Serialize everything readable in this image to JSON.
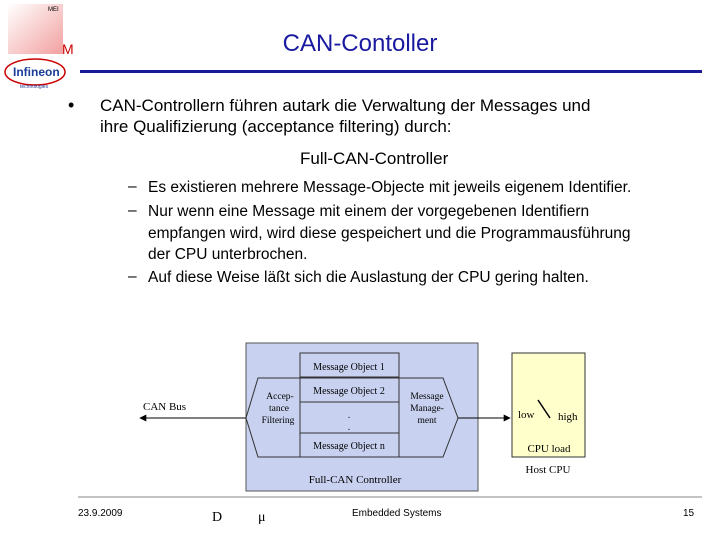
{
  "slide": {
    "title": "CAN-Contoller",
    "logo_text": "Infineon",
    "logo_sub": "technologies",
    "logo_tag": "MEI",
    "logo_m": "M"
  },
  "bullets": {
    "main_line1": "CAN-Controllern führen autark die Verwaltung der Messages und",
    "main_line2": "ihre Qualifizierung (acceptance filtering) durch:",
    "main_line3": "Full-CAN-Controller",
    "dash": "–",
    "sub1": "Es existieren mehrere Message-Objecte mit jeweils eigenem Identifier.",
    "sub2_line1": "Nur wenn eine Message mit einem der vorgegebenen Identifiern",
    "sub2_line2": "empfangen wird, wird diese gespeichert und die Programmausführung",
    "sub2_line3": "der CPU unterbrochen.",
    "sub3": "Auf diese Weise läßt sich die Auslastung der CPU gering halten.",
    "marker": "•"
  },
  "diagram": {
    "mo1": "Message Object 1",
    "mo2": "Message Object 2",
    "mon": "Message Object n",
    "dot": ".",
    "accept_l1": "Accep-",
    "accept_l2": "tance",
    "accept_l3": "Filtering",
    "mgmt_l1": "Message",
    "mgmt_l2": "Manage-",
    "mgmt_l3": "ment",
    "canbus": "CAN Bus",
    "fullcan": "Full-CAN Controller",
    "low": "low",
    "high": "high",
    "cpuload": "CPU load",
    "hostcpu": "Host CPU",
    "colors": {
      "controller_fill": "#c8d2f0",
      "cpu_fill": "#ffffcc",
      "title": "#1a1aa0"
    }
  },
  "footer": {
    "date": "23.9.2009",
    "d": "D",
    "mu": "μ",
    "center": "Embedded Systems",
    "page": "15"
  }
}
